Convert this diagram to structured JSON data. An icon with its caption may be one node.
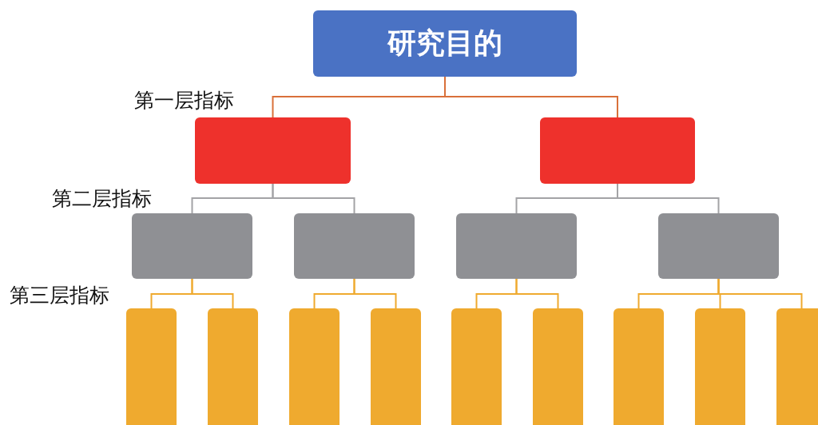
{
  "diagram": {
    "nodes": [
      {
        "text": [
          "研究目的"
        ]
      },
      {
        "text": [],
        "shape": "box"
      },
      {
        "text": [],
        "shape": "box"
      },
      {
        "text": [],
        "shape": "box"
      },
      {
        "text": [],
        "shape": "box"
      },
      {
        "text": [],
        "shape": "box"
      },
      {
        "text": [],
        "shape": "box"
      },
      {
        "text": [],
        "shape": "box"
      },
      {
        "text": [],
        "shape": "box"
      },
      {
        "text": [],
        "shape": "box"
      },
      {
        "text": [],
        "shape": "box"
      },
      {
        "text": [],
        "shape": "box"
      },
      {
        "text": [],
        "shape": "box"
      },
      {
        "text": [],
        "shape": "box"
      },
      {
        "text": [],
        "shape": "box"
      },
      {
        "text": [],
        "shape": "box"
      }
    ],
    "edges": [
      {
        "from": 0,
        "to": 1,
        "arrow": "none",
        "color": "#d9703a"
      },
      {
        "from": 0,
        "to": 2,
        "arrow": "none",
        "color": "#d9703a"
      },
      {
        "from": 1,
        "to": 3,
        "arrow": "none",
        "color": "#a3a3a6"
      },
      {
        "from": 1,
        "to": 4,
        "arrow": "none",
        "color": "#a3a3a6"
      },
      {
        "from": 2,
        "to": 5,
        "arrow": "none",
        "color": "#a3a3a6"
      },
      {
        "from": 2,
        "to": 6,
        "arrow": "none",
        "color": "#a3a3a6"
      },
      {
        "from": 3,
        "to": 7,
        "arrow": "none"
      },
      {
        "from": 3,
        "to": 8,
        "arrow": "none"
      },
      {
        "from": 4,
        "to": 9,
        "arrow": "none"
      },
      {
        "from": 4,
        "to": 10,
        "arrow": "none"
      },
      {
        "from": 5,
        "to": 11,
        "arrow": "none"
      },
      {
        "from": 5,
        "to": 12,
        "arrow": "none"
      },
      {
        "from": 6,
        "to": 13,
        "arrow": "none"
      },
      {
        "from": 6,
        "to": 14,
        "arrow": "none"
      },
      {
        "from": 6,
        "to": 15,
        "arrow": "none"
      }
    ],
    "labels": [
      "第一层指标",
      "第二层指标",
      "第三层指标"
    ]
  }
}
